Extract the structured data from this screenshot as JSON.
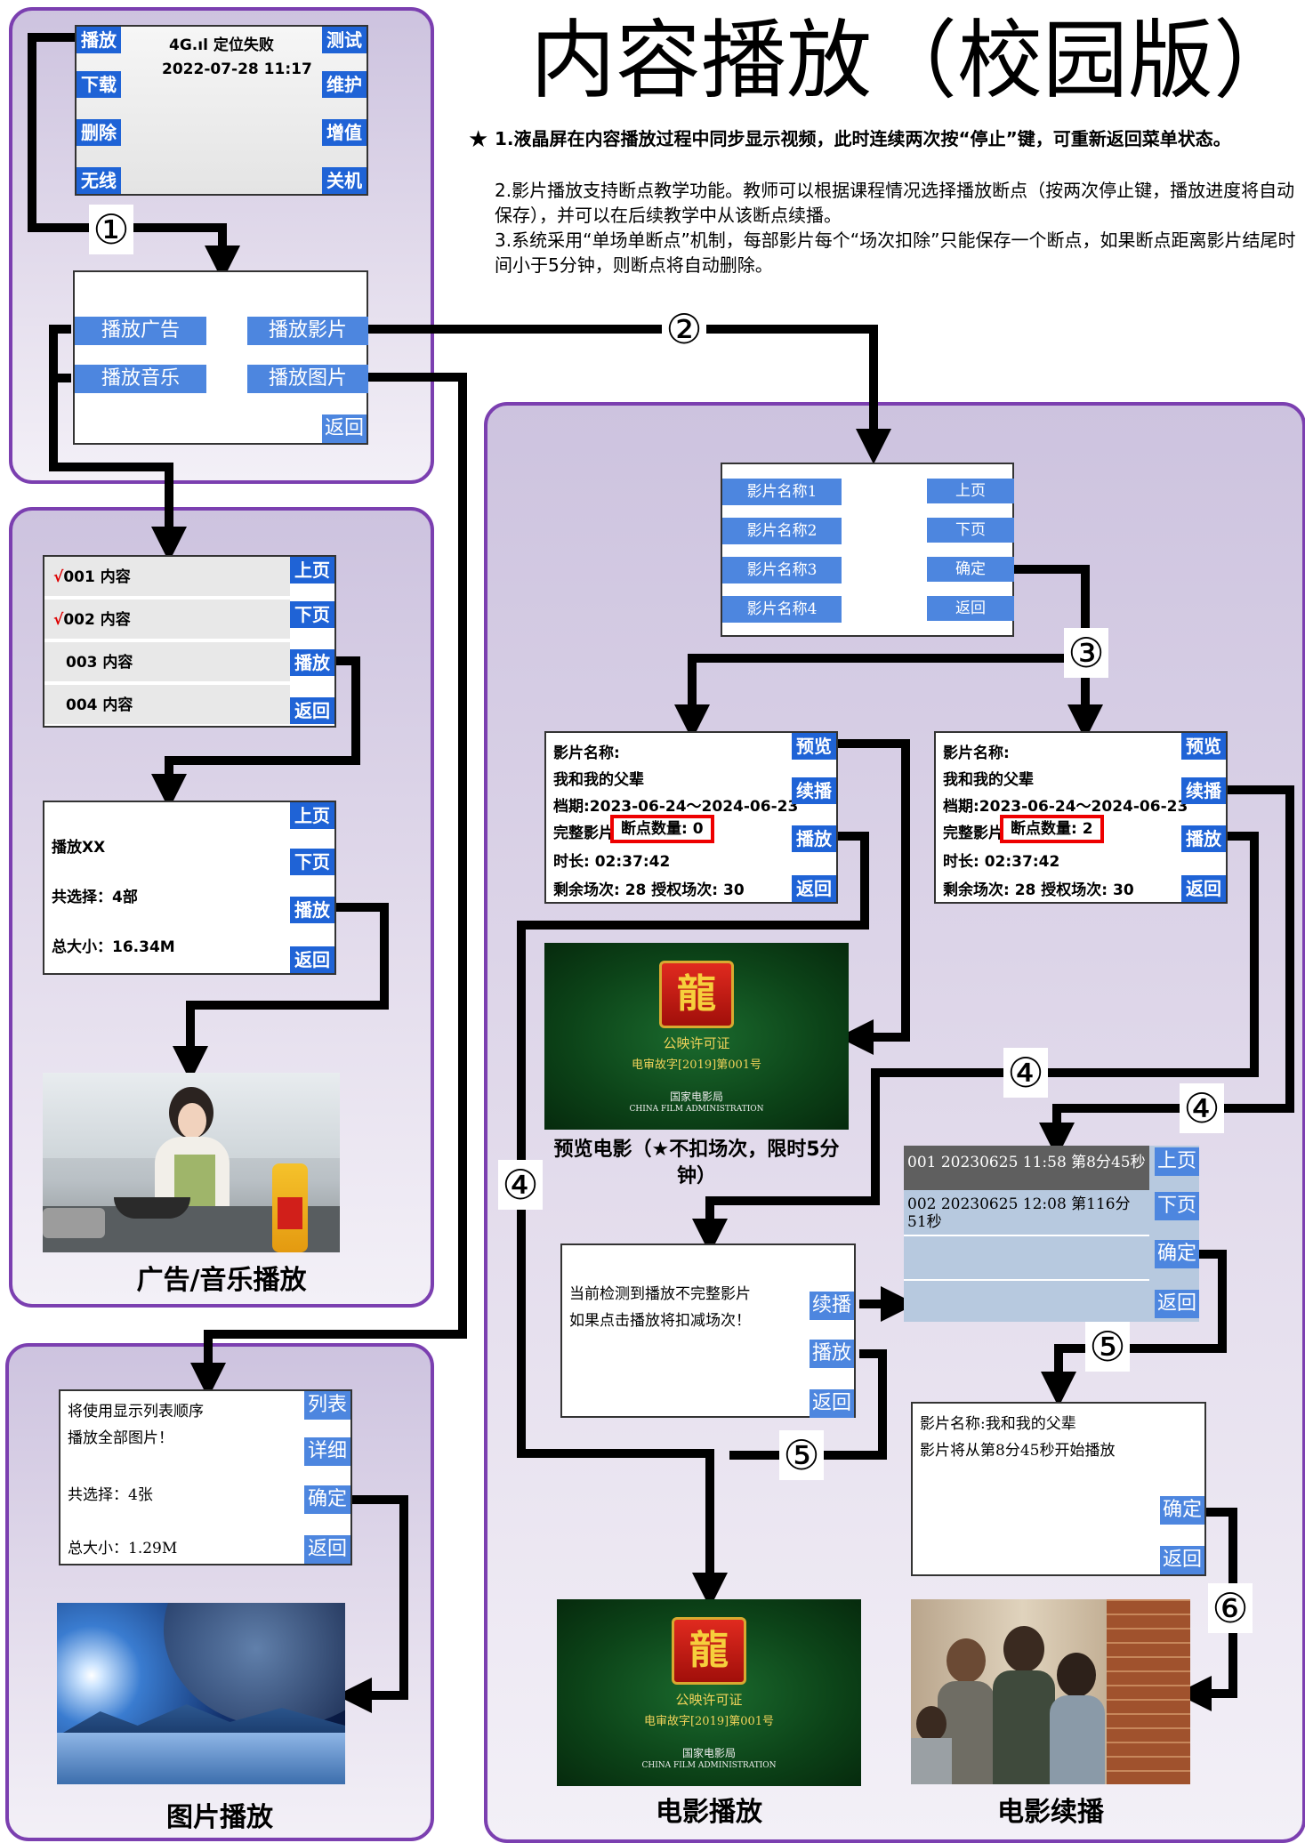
{
  "title": "内容播放（校园版）",
  "notes": [
    "1.液晶屏在内容播放过程中同步显示视频，此时连续两次按“停止”键，可重新返回菜单状态。",
    "2.影片播放支持断点教学功能。教师可以根据课程情况选择播放断点（按两次停止键，播放进度将自动保存），并可以在后续教学中从该断点续播。",
    "3.系统采用“单场单断点”机制，每部影片每个“场次扣除”只能保存一个断点，如果断点距离影片结尾时间小于5分钟，则断点将自动删除。"
  ],
  "note_star": "★",
  "main_menu": {
    "status": "4G.ıl 定位失败",
    "datetime": "2022-07-28  11:17",
    "left_buttons": [
      "播放",
      "下载",
      "删除",
      "无线"
    ],
    "right_buttons": [
      "测试",
      "维护",
      "增值",
      "关机"
    ]
  },
  "play_menu": {
    "items": [
      "播放广告",
      "播放影片",
      "播放音乐",
      "播放图片"
    ],
    "back": "返回"
  },
  "content_list": {
    "rows": [
      {
        "check": "√",
        "label": "001 内容"
      },
      {
        "check": "√",
        "label": "002 内容"
      },
      {
        "check": "",
        "label": "003 内容"
      },
      {
        "check": "",
        "label": "004 内容"
      }
    ],
    "buttons": [
      "上页",
      "下页",
      "播放",
      "返回"
    ]
  },
  "play_summary": {
    "lines": [
      "播放XX",
      "共选择：4部",
      "总大小：16.34M"
    ],
    "buttons": [
      "上页",
      "下页",
      "播放",
      "返回"
    ]
  },
  "ad_caption": "广告/音乐播放",
  "pic_screen": {
    "lines": [
      "将使用显示列表顺序",
      "播放全部图片！",
      "共选择：4张",
      "总大小：1.29M"
    ],
    "buttons": [
      "列表",
      "详细",
      "确定",
      "返回"
    ]
  },
  "pic_caption": "图片播放",
  "film_list": {
    "items": [
      "影片名称1",
      "影片名称2",
      "影片名称3",
      "影片名称4"
    ],
    "buttons": [
      "上页",
      "下页",
      "确定",
      "返回"
    ]
  },
  "film_detail": {
    "lines": [
      "影片名称:",
      "我和我的父辈",
      "档期:2023-06-24～2024-06-23",
      "完整影片",
      "时长: 02:37:42",
      "剩余场次: 28 授权场次: 30"
    ],
    "breakpoints_left": "断点数量: 0",
    "breakpoints_right": "断点数量: 2",
    "buttons": [
      "预览",
      "续播",
      "播放",
      "返回"
    ]
  },
  "poster": {
    "logo": "龍",
    "line1": "公映许可证",
    "line2": "电审故字[2019]第001号",
    "line3": "国家电影局",
    "line4": "CHINA FILM ADMINISTRATION"
  },
  "preview_caption": "预览电影（★不扣场次，限时5分钟）",
  "warning": {
    "lines": [
      "当前检测到播放不完整影片",
      "如果点击播放将扣减场次！"
    ],
    "buttons": [
      "续播",
      "播放",
      "返回"
    ]
  },
  "breakpoint_list": {
    "rows": [
      "001 20230625 11:58 第8分45秒",
      "002 20230625 12:08 第116分51秒",
      "",
      ""
    ],
    "buttons": [
      "上页",
      "下页",
      "确定",
      "返回"
    ]
  },
  "resume": {
    "lines": [
      "影片名称:我和我的父辈",
      "影片将从第8分45秒开始播放"
    ],
    "buttons": [
      "确定",
      "返回"
    ]
  },
  "movie_caption": "电影播放",
  "resume_caption": "电影续播",
  "steps": [
    "①",
    "②",
    "③",
    "④",
    "⑤",
    "⑥"
  ]
}
